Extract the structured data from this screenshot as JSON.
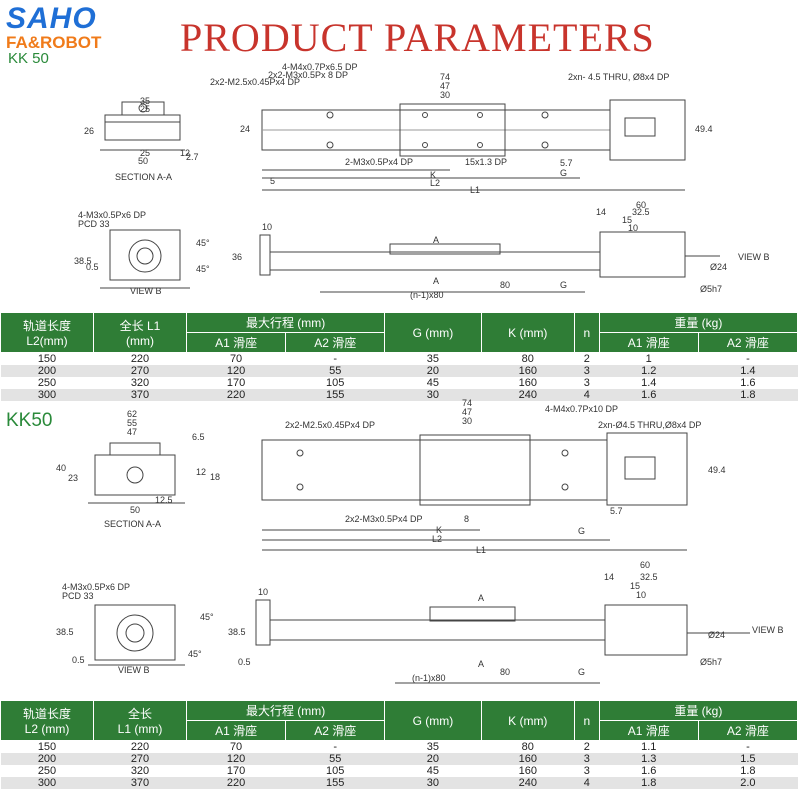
{
  "logo": {
    "brand": "SAHO",
    "sub": "FA&ROBOT"
  },
  "title": "PRODUCT PARAMETERS",
  "drawing1": {
    "model": "KK 50",
    "section": "SECTION A-A",
    "view": "VIEW B",
    "labels": {
      "m4": "4-M4x0.7Px6.5 DP",
      "m25": "2x2-M2.5x0.45Px4 DP",
      "m3a": "2x2-M3x0.5Px 8 DP",
      "thru": "2xn- 4.5 THRU, Ø8x4 DP",
      "m3b": "2-M3x0.5Px4 DP",
      "slot": "15x1.3 DP",
      "pcd_a": "4-M3x0.5Px6 DP",
      "pcd_b": "PCD 33",
      "n80": "(n-1)x80"
    },
    "dims": {
      "d74": "74",
      "d47": "47",
      "d30": "30",
      "d35": "35",
      "d25": "25",
      "d26": "26",
      "d24": "24",
      "d50": "50",
      "d12": "12",
      "d5": "5",
      "d27": "2.7",
      "d494": "49.4",
      "d57": "5.7",
      "g": "G",
      "k": "K",
      "l2": "L2",
      "l1": "L1",
      "d10": "10",
      "d36": "36",
      "d385": "38.5",
      "d05": "0.5",
      "d45": "45°",
      "d80": "80",
      "d60": "60",
      "d14": "14",
      "d325": "32.5",
      "d15": "15",
      "a": "A",
      "d24b": "Ø24",
      "d5h7": "Ø5h7"
    }
  },
  "table1": {
    "headers": {
      "c1": "轨道长度\nL2(mm)",
      "c2": "全长 L1\n(mm)",
      "stroke": "最大行程 (mm)",
      "a1": "A1 滑座",
      "a2": "A2 滑座",
      "g": "G (mm)",
      "k": "K (mm)",
      "n": "n",
      "weight": "重量 (kg)",
      "wa1": "A1 滑座",
      "wa2": "A2 滑座"
    },
    "rows": [
      [
        "150",
        "220",
        "70",
        "-",
        "35",
        "80",
        "2",
        "1",
        "-"
      ],
      [
        "200",
        "270",
        "120",
        "55",
        "20",
        "160",
        "3",
        "1.2",
        "1.4"
      ],
      [
        "250",
        "320",
        "170",
        "105",
        "45",
        "160",
        "3",
        "1.4",
        "1.6"
      ],
      [
        "300",
        "370",
        "220",
        "155",
        "30",
        "240",
        "4",
        "1.6",
        "1.8"
      ]
    ]
  },
  "drawing2": {
    "model": "KK50",
    "section": "SECTION A-A",
    "view": "VIEW B",
    "labels": {
      "m25": "2x2-M2.5x0.45Px4 DP",
      "m4": "4-M4x0.7Px10 DP",
      "thru": "2xn-Ø4.5 THRU,Ø8x4 DP",
      "m3": "2x2-M3x0.5Px4 DP",
      "pcd_a": "4-M3x0.5Px6 DP",
      "pcd_b": "PCD 33",
      "n80": "(n-1)x80"
    },
    "dims": {
      "d74": "74",
      "d47": "47",
      "d30": "30",
      "d62": "62",
      "d55": "55",
      "d65": "6.5",
      "d40": "40",
      "d23": "23",
      "d50": "50",
      "d125": "12.5",
      "d12": "12",
      "d18": "18",
      "d494": "49.4",
      "d8": "8",
      "d57": "5.7",
      "g": "G",
      "k": "K",
      "l2": "L2",
      "l1": "L1",
      "d10": "10",
      "d385": "38.5",
      "d05": "0.5",
      "d45": "45°",
      "d80": "80",
      "d60": "60",
      "d14": "14",
      "d325": "32.5",
      "d15": "15",
      "a": "A",
      "d24b": "Ø24",
      "d5h7": "Ø5h7"
    }
  },
  "table2": {
    "headers": {
      "c1": "轨道长度\nL2 (mm)",
      "c2": "全长\nL1 (mm)",
      "stroke": "最大行程 (mm)",
      "a1": "A1 滑座",
      "a2": "A2 滑座",
      "g": "G (mm)",
      "k": "K (mm)",
      "n": "n",
      "weight": "重量 (kg)",
      "wa1": "A1 滑座",
      "wa2": "A2 滑座"
    },
    "rows": [
      [
        "150",
        "220",
        "70",
        "-",
        "35",
        "80",
        "2",
        "1.1",
        "-"
      ],
      [
        "200",
        "270",
        "120",
        "55",
        "20",
        "160",
        "3",
        "1.3",
        "1.5"
      ],
      [
        "250",
        "320",
        "170",
        "105",
        "45",
        "160",
        "3",
        "1.6",
        "1.8"
      ],
      [
        "300",
        "370",
        "220",
        "155",
        "30",
        "240",
        "4",
        "1.8",
        "2.0"
      ]
    ]
  }
}
